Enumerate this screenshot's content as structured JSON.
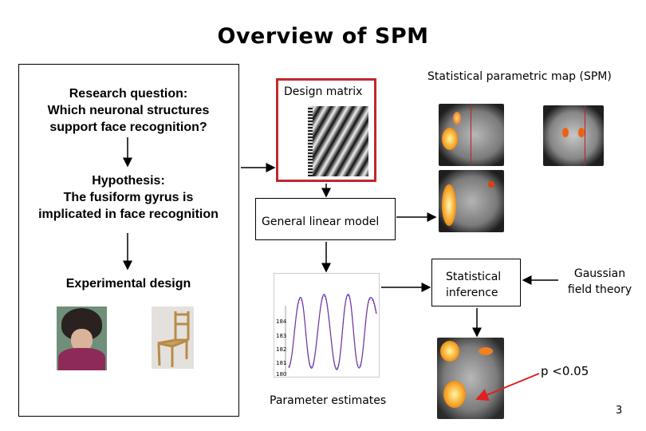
{
  "slide": {
    "title": "Overview of SPM",
    "research_question": "Research question:\nWhich neuronal structures\nsupport face recognition?",
    "hypothesis": "Hypothesis:\nThe fusiform gyrus is\nimplicated in face recognition",
    "experimental_design": "Experimental design",
    "design_matrix": "Design matrix",
    "spm_label": "Statistical parametric map (SPM)",
    "glm": "General linear model",
    "statistical_inference": "Statistical\ninference",
    "gaussian_field_theory": "Gaussian\nfield theory",
    "parameter_estimates": "Parameter estimates",
    "p_value": "p <0.05",
    "page_number": "3",
    "plot_ticks": [
      "184",
      "183",
      "182",
      "181",
      "180"
    ]
  },
  "colors": {
    "frame_red": "#c0282d",
    "arrow": "#000000",
    "plot_red": "#e0202a",
    "plot_blue": "#3a3ad0",
    "pointer_red": "#e02020"
  }
}
